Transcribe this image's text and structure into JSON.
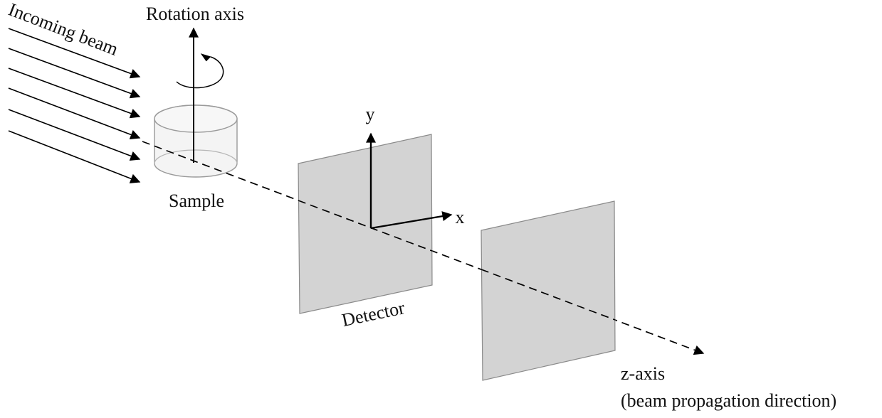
{
  "labels": {
    "incoming_beam": "Incoming beam",
    "rotation_axis": "Rotation axis",
    "sample": "Sample",
    "y_axis": "y",
    "x_axis": "x",
    "detector": "Detector",
    "z_axis": "z-axis",
    "z_axis_note": "(beam propagation direction)"
  },
  "colors": {
    "line": "#000000",
    "panel_fill": "#d3d3d3",
    "panel_stroke": "#8a8a8a",
    "cylinder_fill": "#f2f2f2",
    "cylinder_stroke": "#9a9a9a"
  }
}
